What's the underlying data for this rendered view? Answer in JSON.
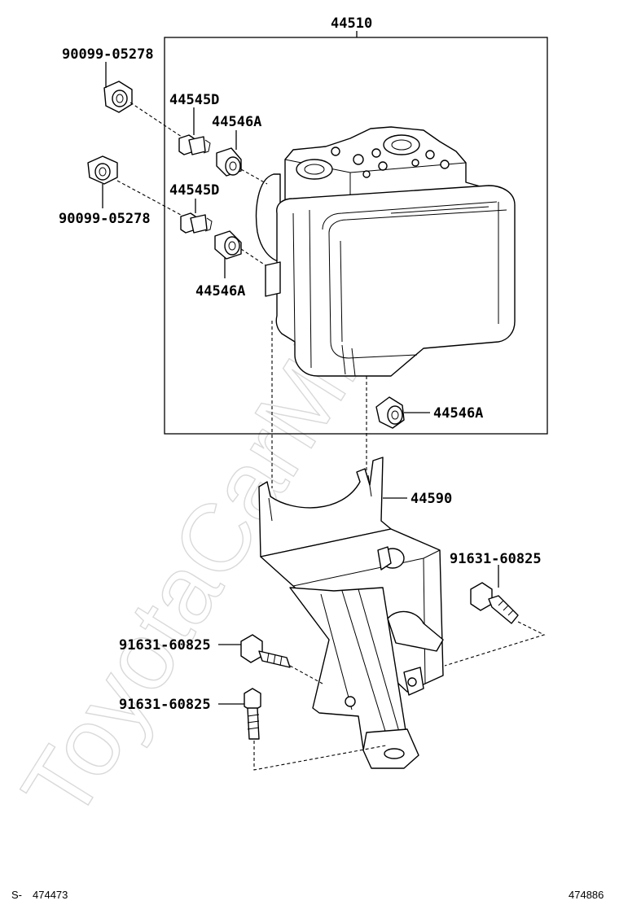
{
  "watermark": "ToyotaCarMine.ru",
  "callouts": {
    "assembly": "44510",
    "nut_top": "90099-05278",
    "stud_upper": "44545D",
    "grommet_upper": "44546A",
    "nut_lower": "90099-05278",
    "stud_lower": "44545D",
    "grommet_lower": "44546A",
    "grommet_bottom": "44546A",
    "bracket": "44590",
    "bolt_right": "91631-60825",
    "bolt_left": "91631-60825",
    "bolt_bottom": "91631-60825"
  },
  "footer": {
    "left_marker": "S-",
    "left_code": "474473",
    "right_code": "474886"
  }
}
